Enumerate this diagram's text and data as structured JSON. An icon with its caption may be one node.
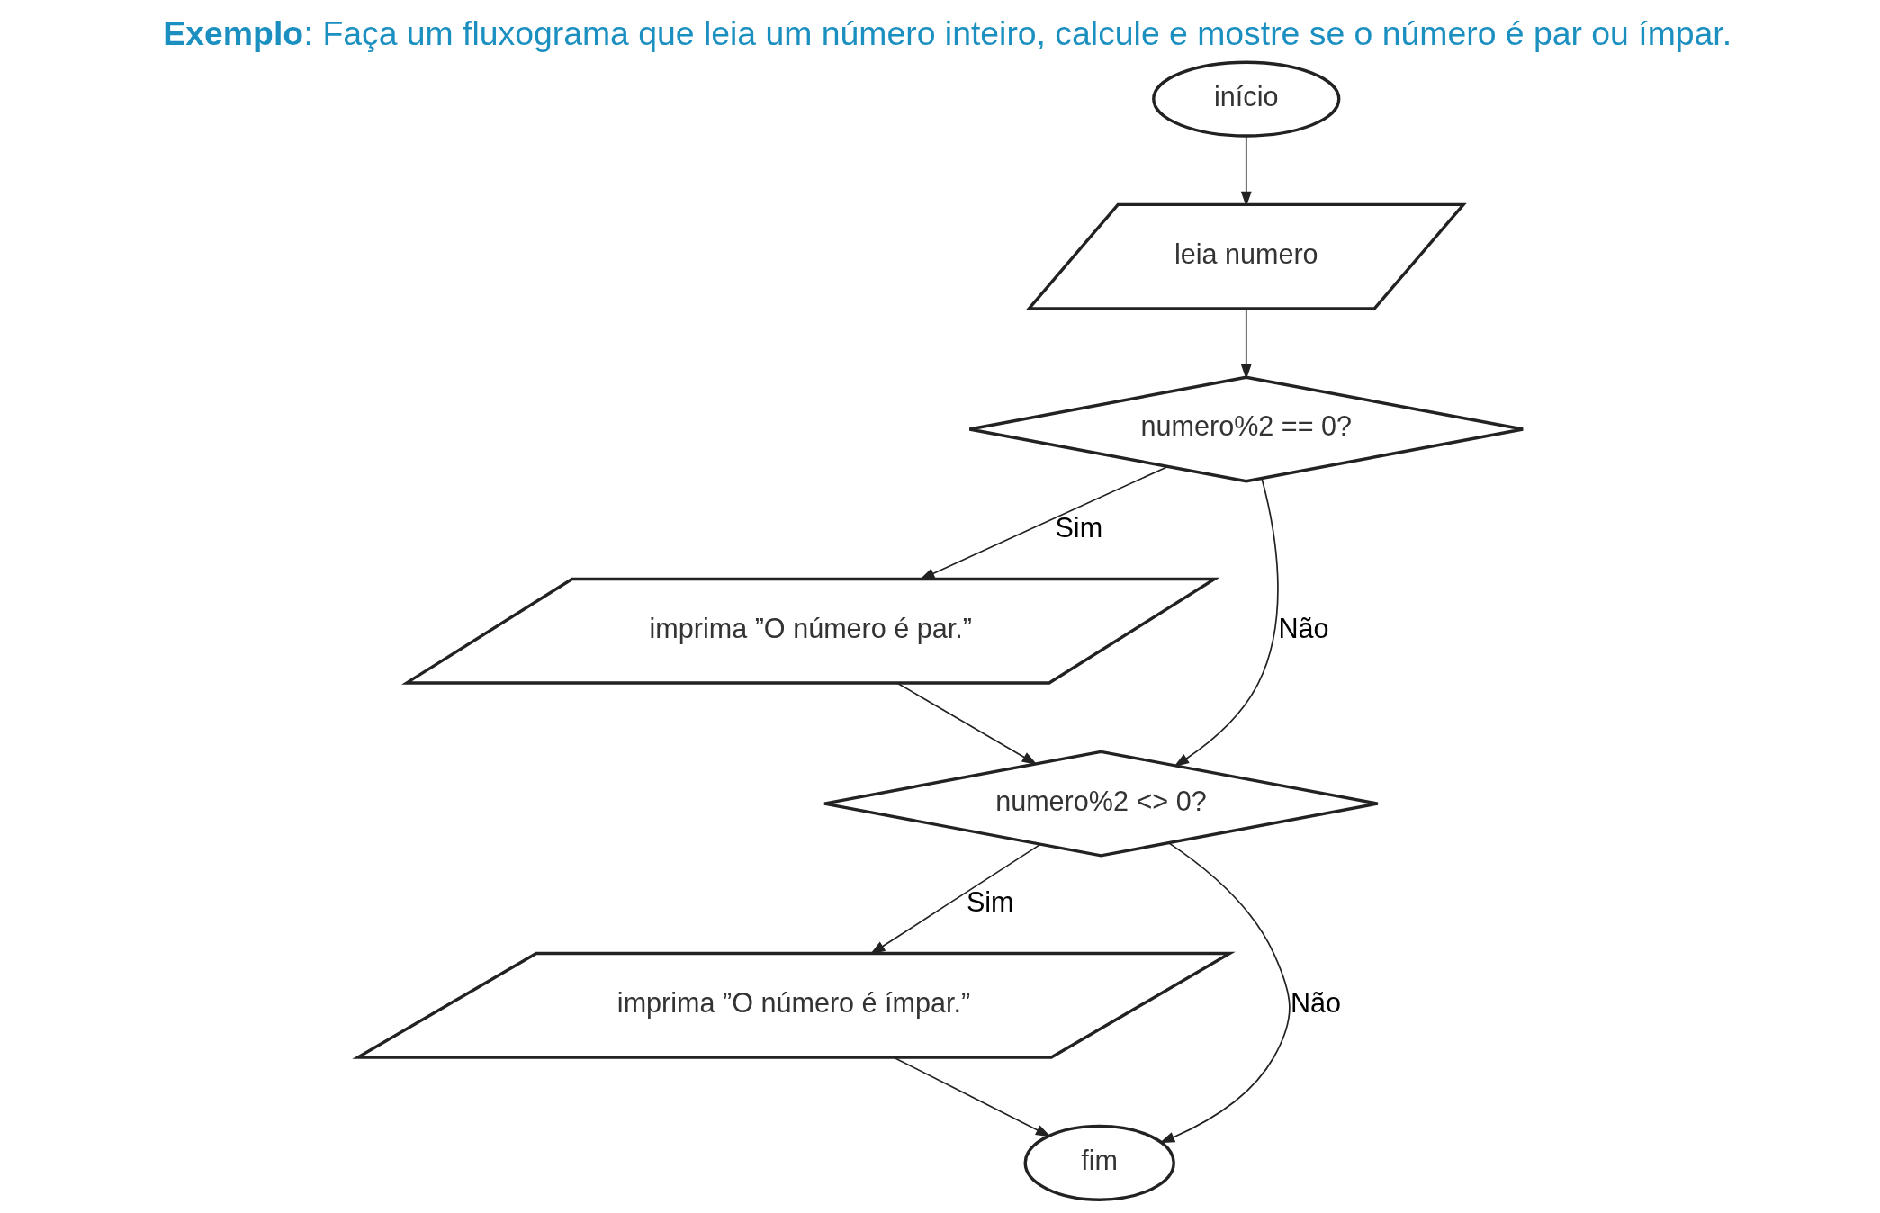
{
  "diagram": {
    "title": "**Exemplo**: Faça um fluxograma que leia um número inteiro, calcule e mostre se o número é par ou ímpar.",
    "nodes": [
      {
        "text": [
          "início"
        ]
      },
      {
        "text": [
          "leia numero"
        ]
      },
      {
        "text": [
          "numero%2 == 0?"
        ]
      },
      {
        "text": [
          "imprima ”O número é par.”"
        ]
      },
      {
        "text": [
          "numero%2 <> 0?"
        ]
      },
      {
        "text": [
          "imprima ”O número é ímpar.”"
        ]
      },
      {
        "text": [
          "fim"
        ]
      }
    ],
    "edges": [
      {
        "from": 0,
        "to": 1,
        "arrow": "to"
      },
      {
        "from": 1,
        "to": 2,
        "arrow": "to"
      },
      {
        "from": 2,
        "to": 3,
        "arrow": "to",
        "label": "Sim"
      },
      {
        "from": 2,
        "to": 4,
        "arrow": "to",
        "label": "Não"
      },
      {
        "from": 3,
        "to": 4,
        "arrow": "to"
      },
      {
        "from": 4,
        "to": 5,
        "arrow": "to",
        "label": "Sim"
      },
      {
        "from": 4,
        "to": 6,
        "arrow": "to",
        "label": "Não"
      },
      {
        "from": 5,
        "to": 6,
        "arrow": "to"
      }
    ]
  }
}
